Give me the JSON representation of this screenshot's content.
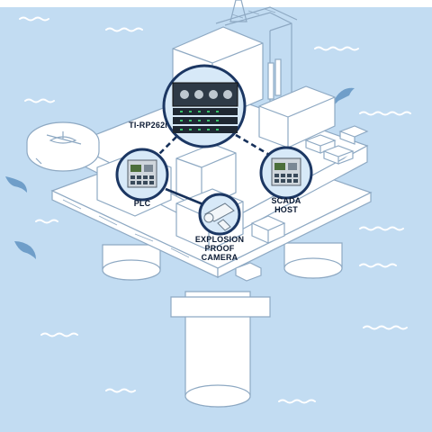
{
  "colors": {
    "sea": "#c2dcf2",
    "wave": "#ffffff",
    "structure_stroke": "#8ea9c3",
    "structure_fill": "#ffffff",
    "node_ring": "#1c3763",
    "node_fill": "#d7e9f8",
    "link_line": "#16305a",
    "label": "#0b1a33",
    "dolphin": "#6f9ec9"
  },
  "labels": {
    "rack_server": "TI-RP262i",
    "plc": "PLC",
    "scada": "SCADA\nHOST",
    "camera": "EXPLOSION\nPROOF\nCAMERA"
  },
  "icons": {
    "rack_server": "rack-switch-icon",
    "plc": "industrial-switch-icon",
    "scada": "industrial-switch-icon",
    "camera": "cctv-camera-icon",
    "animals": "dolphin-icon"
  }
}
